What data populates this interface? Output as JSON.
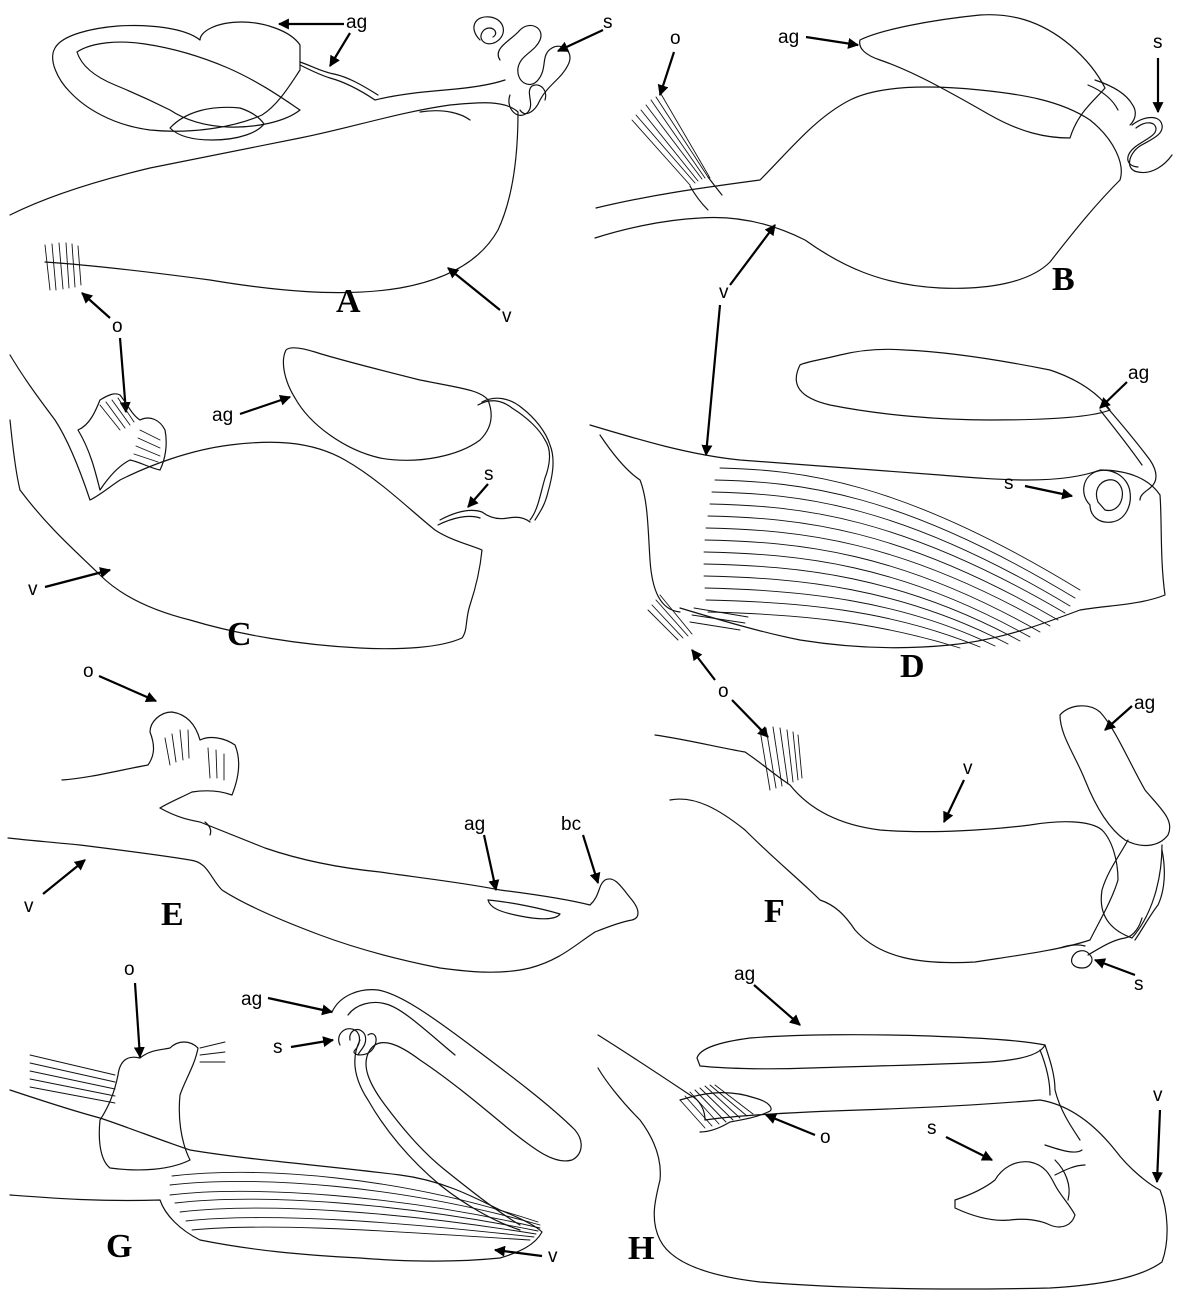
{
  "figure": {
    "panels": [
      {
        "id": "A",
        "letter": "A",
        "labels": {
          "ag": "ag",
          "s": "s",
          "v": "v",
          "o": "o"
        }
      },
      {
        "id": "B",
        "letter": "B",
        "labels": {
          "ag": "ag",
          "s": "s",
          "v": "v",
          "o": "o"
        }
      },
      {
        "id": "C",
        "letter": "C",
        "labels": {
          "ag": "ag",
          "s": "s",
          "v": "v"
        }
      },
      {
        "id": "D",
        "letter": "D",
        "labels": {
          "ag": "ag",
          "s": "s",
          "o": "o"
        }
      },
      {
        "id": "E",
        "letter": "E",
        "labels": {
          "o": "o",
          "v": "v",
          "ag": "ag",
          "bc": "bc"
        }
      },
      {
        "id": "F",
        "letter": "F",
        "labels": {
          "ag": "ag",
          "v": "v",
          "s": "s"
        }
      },
      {
        "id": "G",
        "letter": "G",
        "labels": {
          "o": "o",
          "ag": "ag",
          "s": "s",
          "v": "v"
        }
      },
      {
        "id": "H",
        "letter": "H",
        "labels": {
          "ag": "ag",
          "o": "o",
          "s": "s",
          "v": "v"
        }
      }
    ]
  }
}
